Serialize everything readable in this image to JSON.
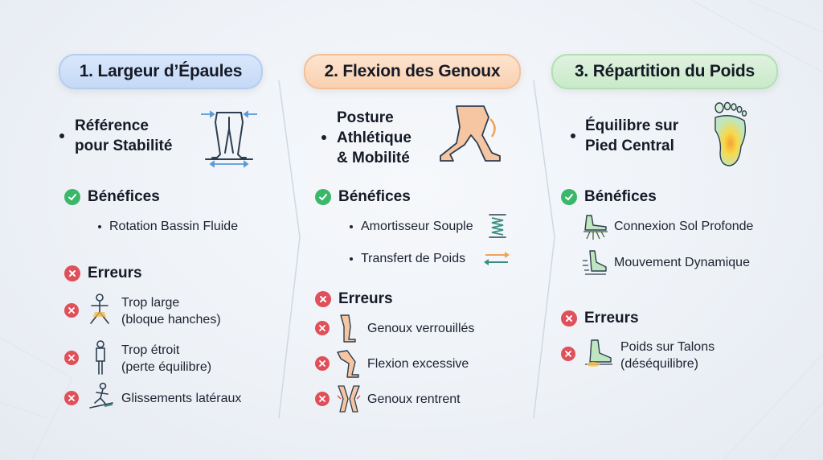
{
  "columns": [
    {
      "title": "1. Largeur d’Épaules",
      "intro": [
        "Référence",
        "pour Stabilité"
      ],
      "benefits_label": "Bénéfices",
      "benefits": [
        "Rotation Bassin Fluide"
      ],
      "errors_label": "Erreurs",
      "errors": [
        {
          "line1": "Trop large",
          "line2": "(bloque hanches)"
        },
        {
          "line1": "Trop étroit",
          "line2": "(perte équilibre)"
        },
        {
          "line1": "Glissements latéraux",
          "line2": ""
        }
      ]
    },
    {
      "title": "2. Flexion des Genoux",
      "intro": [
        "Posture",
        "Athlétique",
        "& Mobilité"
      ],
      "benefits_label": "Bénéfices",
      "benefits": [
        "Amortisseur Souple",
        "Transfert de Poids"
      ],
      "errors_label": "Erreurs",
      "errors": [
        {
          "line1": "Genoux verrouillés",
          "line2": ""
        },
        {
          "line1": "Flexion excessive",
          "line2": ""
        },
        {
          "line1": "Genoux rentrent",
          "line2": ""
        }
      ]
    },
    {
      "title": "3. Répartition du Poids",
      "intro": [
        "Équilibre sur",
        "Pied Central"
      ],
      "benefits_label": "Bénéfices",
      "benefits": [
        "Connexion Sol Profonde",
        "Mouvement Dynamique"
      ],
      "errors_label": "Erreurs",
      "errors": [
        {
          "line1": "Poids sur Talons",
          "line2": "(déséquilibre)"
        }
      ]
    }
  ],
  "colors": {
    "blue": "#c5d9f6",
    "orange": "#f9d0b0",
    "green": "#c9eac9",
    "ok": "#3bb76a",
    "bad": "#e0505a",
    "accent_teal": "#3a8f80",
    "skin": "#f6c6a3"
  },
  "icons": [
    "legs-stance-icon",
    "bent-legs-icon",
    "foot-pressure-icon",
    "spring-icon",
    "arrows-transfer-icon",
    "root-foot-icon",
    "moving-foot-icon",
    "wide-stance-icon",
    "narrow-stance-icon",
    "sliding-person-icon",
    "locked-knee-icon",
    "bent-knee-icon",
    "knees-inward-icon",
    "heel-foot-icon"
  ]
}
